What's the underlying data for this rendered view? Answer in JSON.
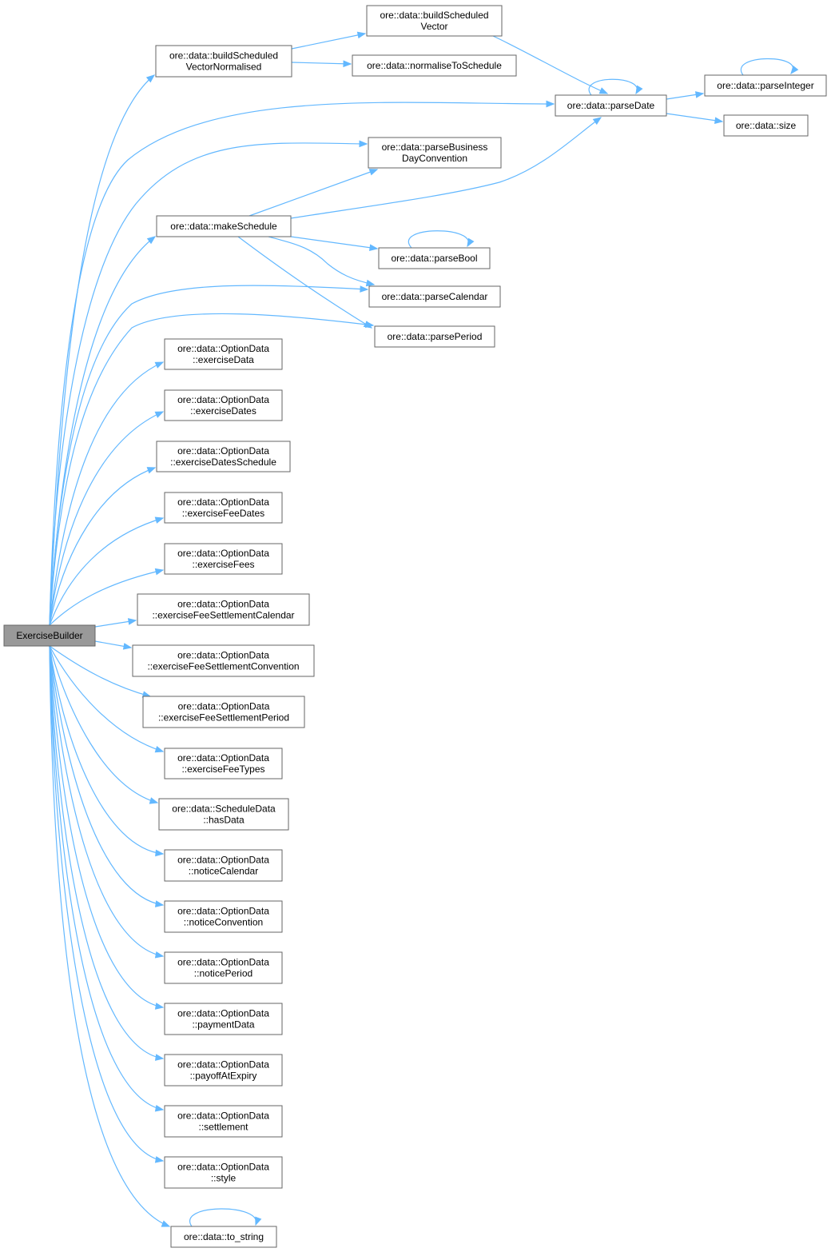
{
  "root": "ExerciseBuilder",
  "nodes": [
    {
      "id": "exerciseBuilder",
      "lines": [
        "ExerciseBuilder"
      ],
      "root": true
    },
    {
      "id": "buildScheduledVectorNormalised",
      "lines": [
        "ore::data::buildScheduled",
        "VectorNormalised"
      ]
    },
    {
      "id": "buildScheduledVector",
      "lines": [
        "ore::data::buildScheduled",
        "Vector"
      ]
    },
    {
      "id": "normaliseToSchedule",
      "lines": [
        "ore::data::normaliseToSchedule"
      ]
    },
    {
      "id": "parseDate",
      "lines": [
        "ore::data::parseDate"
      ]
    },
    {
      "id": "parseInteger",
      "lines": [
        "ore::data::parseInteger"
      ]
    },
    {
      "id": "size",
      "lines": [
        "ore::data::size"
      ]
    },
    {
      "id": "parseBusinessDayConvention",
      "lines": [
        "ore::data::parseBusiness",
        "DayConvention"
      ]
    },
    {
      "id": "makeSchedule",
      "lines": [
        "ore::data::makeSchedule"
      ]
    },
    {
      "id": "parseBool",
      "lines": [
        "ore::data::parseBool"
      ]
    },
    {
      "id": "parseCalendar",
      "lines": [
        "ore::data::parseCalendar"
      ]
    },
    {
      "id": "parsePeriod",
      "lines": [
        "ore::data::parsePeriod"
      ]
    },
    {
      "id": "exerciseData",
      "lines": [
        "ore::data::OptionData",
        "::exerciseData"
      ]
    },
    {
      "id": "exerciseDates",
      "lines": [
        "ore::data::OptionData",
        "::exerciseDates"
      ]
    },
    {
      "id": "exerciseDatesSchedule",
      "lines": [
        "ore::data::OptionData",
        "::exerciseDatesSchedule"
      ]
    },
    {
      "id": "exerciseFeeDates",
      "lines": [
        "ore::data::OptionData",
        "::exerciseFeeDates"
      ]
    },
    {
      "id": "exerciseFees",
      "lines": [
        "ore::data::OptionData",
        "::exerciseFees"
      ]
    },
    {
      "id": "exerciseFeeSettlementCalendar",
      "lines": [
        "ore::data::OptionData",
        "::exerciseFeeSettlementCalendar"
      ]
    },
    {
      "id": "exerciseFeeSettlementConvention",
      "lines": [
        "ore::data::OptionData",
        "::exerciseFeeSettlementConvention"
      ]
    },
    {
      "id": "exerciseFeeSettlementPeriod",
      "lines": [
        "ore::data::OptionData",
        "::exerciseFeeSettlementPeriod"
      ]
    },
    {
      "id": "exerciseFeeTypes",
      "lines": [
        "ore::data::OptionData",
        "::exerciseFeeTypes"
      ]
    },
    {
      "id": "hasData",
      "lines": [
        "ore::data::ScheduleData",
        "::hasData"
      ]
    },
    {
      "id": "noticeCalendar",
      "lines": [
        "ore::data::OptionData",
        "::noticeCalendar"
      ]
    },
    {
      "id": "noticeConvention",
      "lines": [
        "ore::data::OptionData",
        "::noticeConvention"
      ]
    },
    {
      "id": "noticePeriod",
      "lines": [
        "ore::data::OptionData",
        "::noticePeriod"
      ]
    },
    {
      "id": "paymentData",
      "lines": [
        "ore::data::OptionData",
        "::paymentData"
      ]
    },
    {
      "id": "payoffAtExpiry",
      "lines": [
        "ore::data::OptionData",
        "::payoffAtExpiry"
      ]
    },
    {
      "id": "settlement",
      "lines": [
        "ore::data::OptionData",
        "::settlement"
      ]
    },
    {
      "id": "style",
      "lines": [
        "ore::data::OptionData",
        "::style"
      ]
    },
    {
      "id": "toString",
      "lines": [
        "ore::data::to_string"
      ]
    }
  ],
  "edges": [
    [
      "exerciseBuilder",
      "buildScheduledVectorNormalised"
    ],
    [
      "exerciseBuilder",
      "parseDate"
    ],
    [
      "exerciseBuilder",
      "parseBusinessDayConvention"
    ],
    [
      "exerciseBuilder",
      "makeSchedule"
    ],
    [
      "exerciseBuilder",
      "parseCalendar"
    ],
    [
      "exerciseBuilder",
      "parsePeriod"
    ],
    [
      "exerciseBuilder",
      "exerciseData"
    ],
    [
      "exerciseBuilder",
      "exerciseDates"
    ],
    [
      "exerciseBuilder",
      "exerciseDatesSchedule"
    ],
    [
      "exerciseBuilder",
      "exerciseFeeDates"
    ],
    [
      "exerciseBuilder",
      "exerciseFees"
    ],
    [
      "exerciseBuilder",
      "exerciseFeeSettlementCalendar"
    ],
    [
      "exerciseBuilder",
      "exerciseFeeSettlementConvention"
    ],
    [
      "exerciseBuilder",
      "exerciseFeeSettlementPeriod"
    ],
    [
      "exerciseBuilder",
      "exerciseFeeTypes"
    ],
    [
      "exerciseBuilder",
      "hasData"
    ],
    [
      "exerciseBuilder",
      "noticeCalendar"
    ],
    [
      "exerciseBuilder",
      "noticeConvention"
    ],
    [
      "exerciseBuilder",
      "noticePeriod"
    ],
    [
      "exerciseBuilder",
      "paymentData"
    ],
    [
      "exerciseBuilder",
      "payoffAtExpiry"
    ],
    [
      "exerciseBuilder",
      "settlement"
    ],
    [
      "exerciseBuilder",
      "style"
    ],
    [
      "exerciseBuilder",
      "toString"
    ],
    [
      "buildScheduledVectorNormalised",
      "buildScheduledVector"
    ],
    [
      "buildScheduledVectorNormalised",
      "normaliseToSchedule"
    ],
    [
      "buildScheduledVector",
      "parseDate"
    ],
    [
      "parseDate",
      "parseDate"
    ],
    [
      "parseDate",
      "parseInteger"
    ],
    [
      "parseDate",
      "size"
    ],
    [
      "parseInteger",
      "parseInteger"
    ],
    [
      "makeSchedule",
      "parseBusinessDayConvention"
    ],
    [
      "makeSchedule",
      "parseDate"
    ],
    [
      "makeSchedule",
      "parseBool"
    ],
    [
      "makeSchedule",
      "parseCalendar"
    ],
    [
      "makeSchedule",
      "parsePeriod"
    ],
    [
      "parseBool",
      "parseBool"
    ],
    [
      "toString",
      "toString"
    ]
  ]
}
